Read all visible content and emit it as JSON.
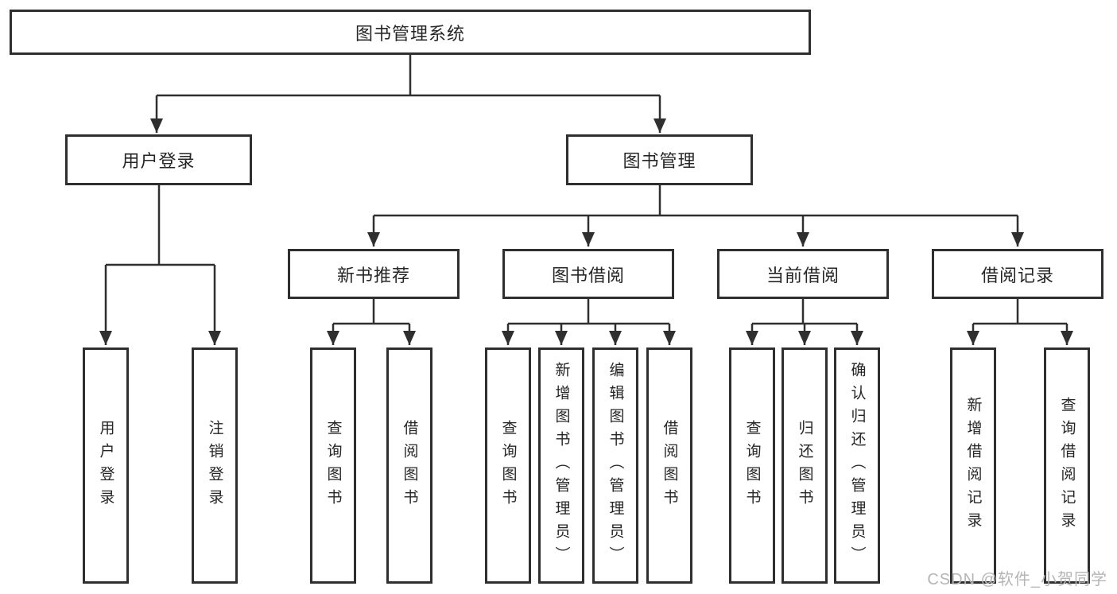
{
  "diagram": {
    "type": "hierarchy-tree",
    "root": {
      "label": "图书管理系统",
      "children": [
        {
          "label": "用户登录",
          "children": [
            {
              "label": "用户登录"
            },
            {
              "label": "注销登录"
            }
          ]
        },
        {
          "label": "图书管理",
          "children": [
            {
              "label": "新书推荐",
              "children": [
                {
                  "label": "查询图书"
                },
                {
                  "label": "借阅图书"
                }
              ]
            },
            {
              "label": "图书借阅",
              "children": [
                {
                  "label": "查询图书"
                },
                {
                  "label": "新增图书（管理员）"
                },
                {
                  "label": "编辑图书（管理员）"
                },
                {
                  "label": "借阅图书"
                }
              ]
            },
            {
              "label": "当前借阅",
              "children": [
                {
                  "label": "查询图书"
                },
                {
                  "label": "归还图书"
                },
                {
                  "label": "确认归还（管理员）"
                }
              ]
            },
            {
              "label": "借阅记录",
              "children": [
                {
                  "label": "新增借阅记录"
                },
                {
                  "label": "查询借阅记录"
                }
              ]
            }
          ]
        }
      ]
    }
  },
  "watermark": {
    "text": "CSDN @软件_小贺同学"
  },
  "colors": {
    "line": "#2f2f2f",
    "box_border": "#2f2f2f",
    "box_fill": "#ffffff",
    "text": "#262626",
    "watermark": "#b5b5b5",
    "background": "#ffffff"
  }
}
